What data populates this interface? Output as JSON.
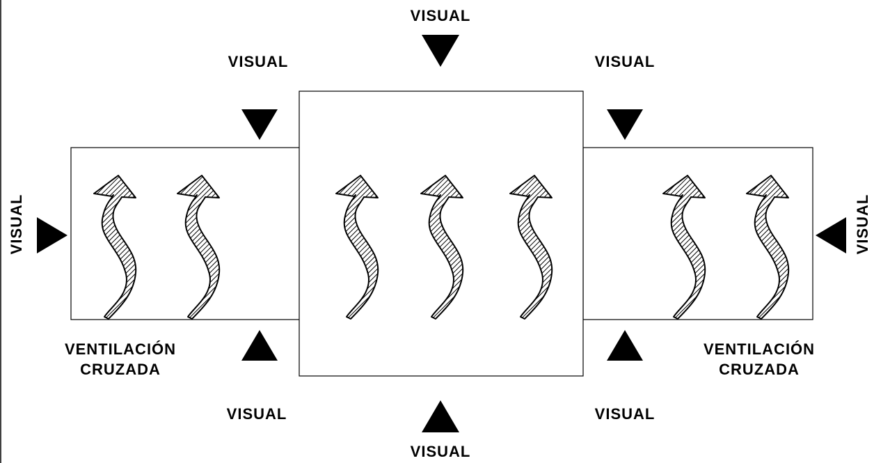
{
  "labels": {
    "visual": "VISUAL",
    "ventilation_line1": "VENTILACIÓN",
    "ventilation_line2": "CRUZADA"
  },
  "colors": {
    "line": "#000000",
    "fill": "#000000",
    "hatch": "#000000",
    "background": "#ffffff"
  },
  "icons": {
    "view_marker": "triangle-icon",
    "airflow": "wavy-arrow-icon"
  }
}
